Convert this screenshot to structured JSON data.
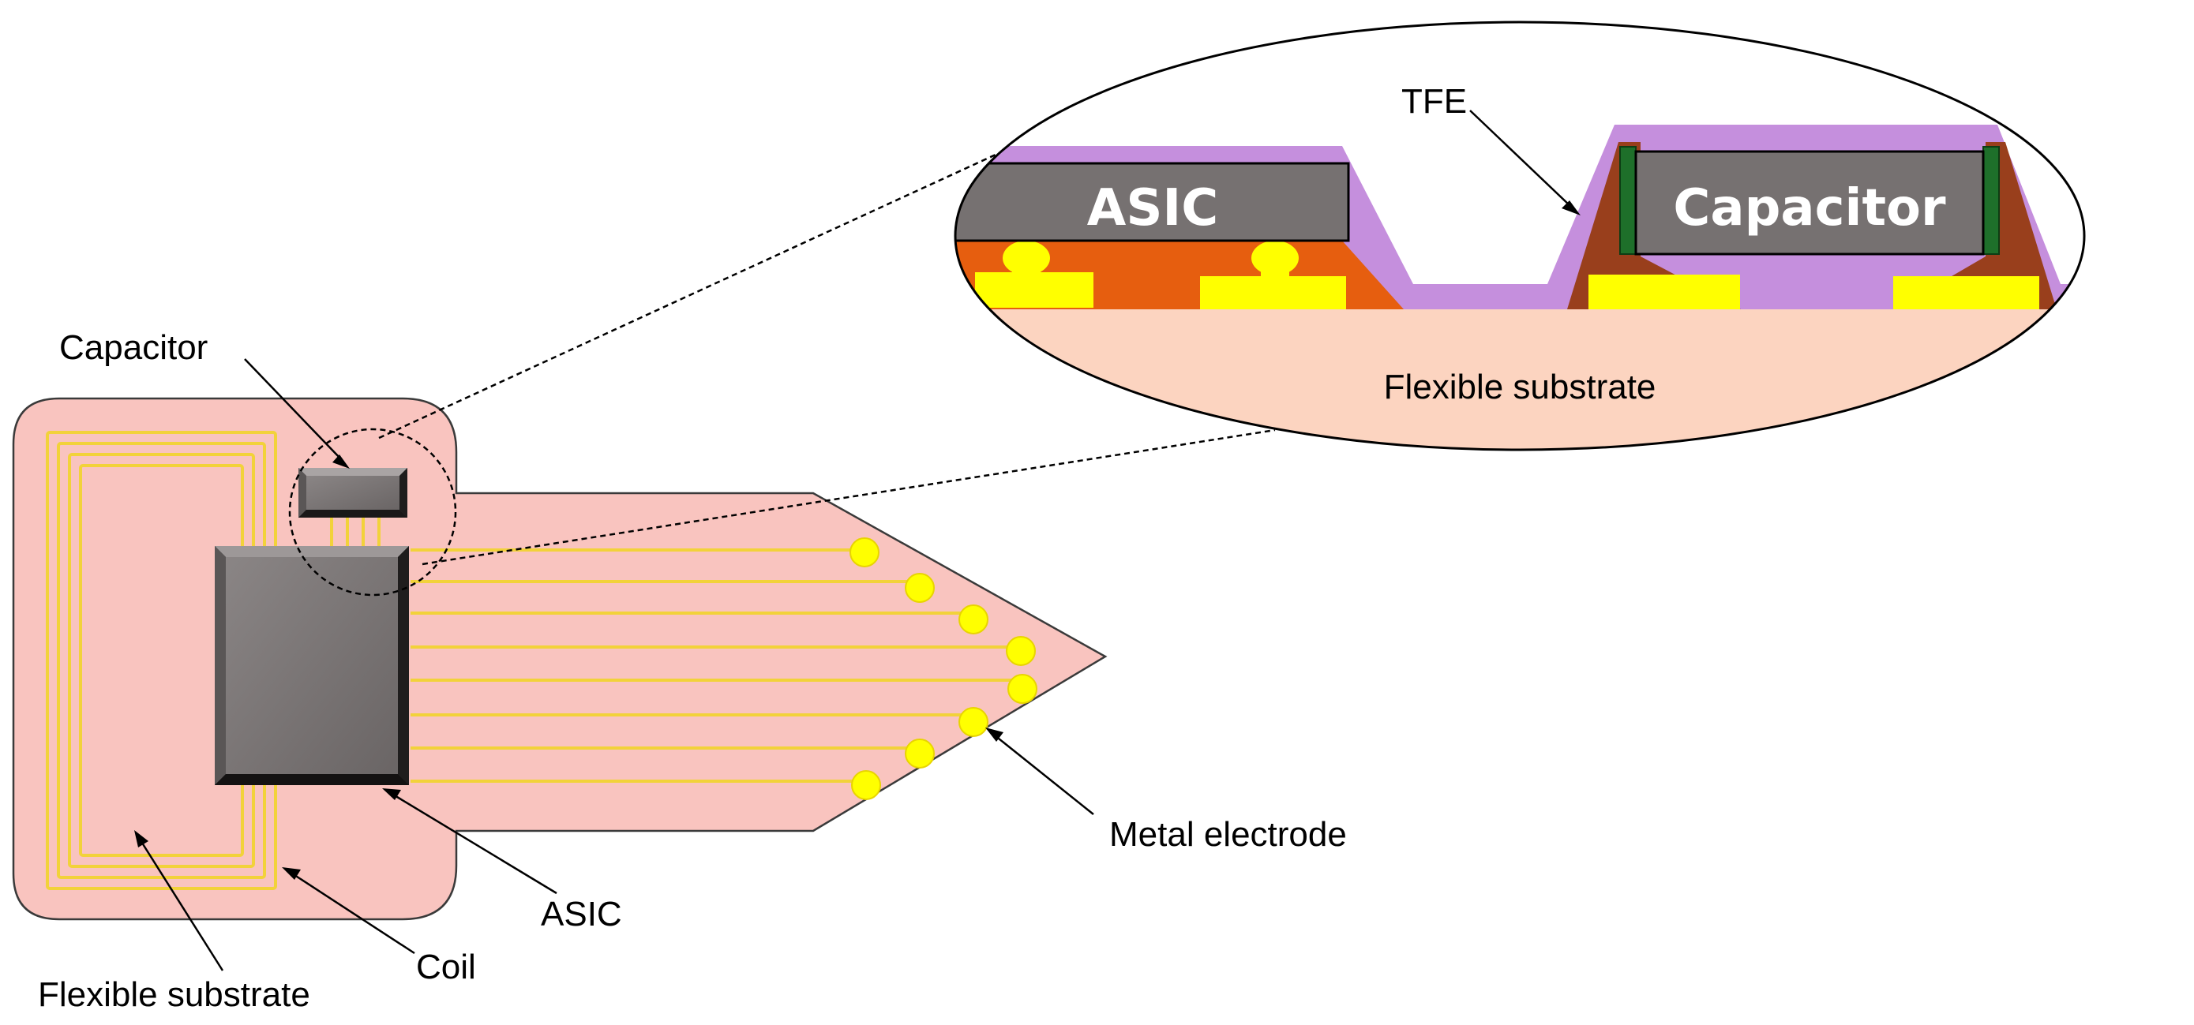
{
  "labels": {
    "capacitor": "Capacitor",
    "asic": "ASIC",
    "coil": "Coil",
    "flexible_substrate": "Flexible substrate",
    "metal_electrode": "Metal electrode"
  },
  "inset": {
    "tfe": "TFE",
    "asic": "ASIC",
    "capacitor": "Capacitor",
    "flexible_substrate": "Flexible substrate"
  },
  "colors": {
    "substrate_pink": "#f9c4bf",
    "substrate_peach": "#fcd4c0",
    "chip_gray": "#767171",
    "trace_yellow": "#ffff00",
    "tfe_purple": "#c58fdd",
    "underfill_orange": "#e65e0f",
    "capacitor_underfill": "#993f1c",
    "capacitor_terminal_green": "#1e6f2a"
  }
}
